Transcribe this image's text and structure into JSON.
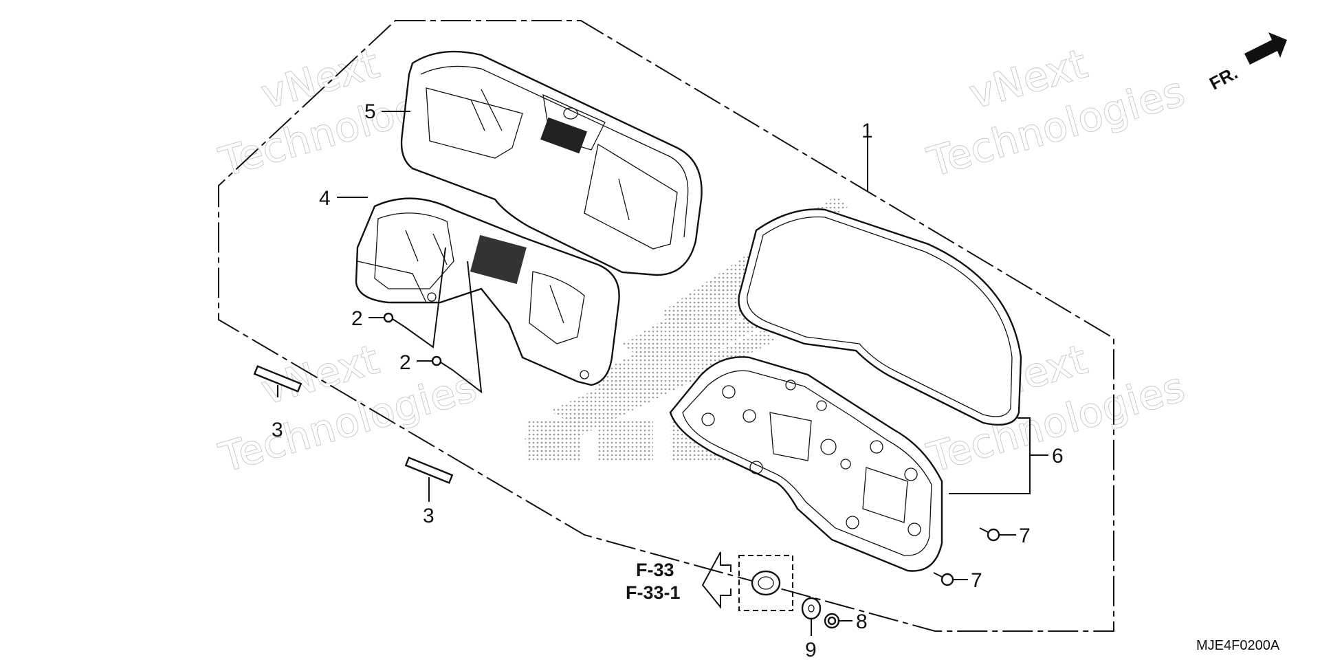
{
  "callouts": {
    "c1": "1",
    "c2a": "2",
    "c2b": "2",
    "c3a": "3",
    "c3b": "3",
    "c4": "4",
    "c5": "5",
    "c6": "6",
    "c7a": "7",
    "c7b": "7",
    "c8": "8",
    "c9": "9"
  },
  "reference": {
    "line1": "F-33",
    "line2": "F-33-1"
  },
  "direction": {
    "label": "FR."
  },
  "diagram_code": "MJE4F0200A",
  "watermarks": {
    "w1a": "vNext",
    "w1b": "Technologies",
    "w2a": "vNext",
    "w2b": "Technologies",
    "w3a": "vNext",
    "w3b": "Technologies",
    "w4a": "vNext",
    "w4b": "Technologies"
  },
  "colors": {
    "line": "#111111",
    "watermark_outline": "#c4c4c4",
    "halftone": "#9a9a9a",
    "background": "#ffffff"
  }
}
